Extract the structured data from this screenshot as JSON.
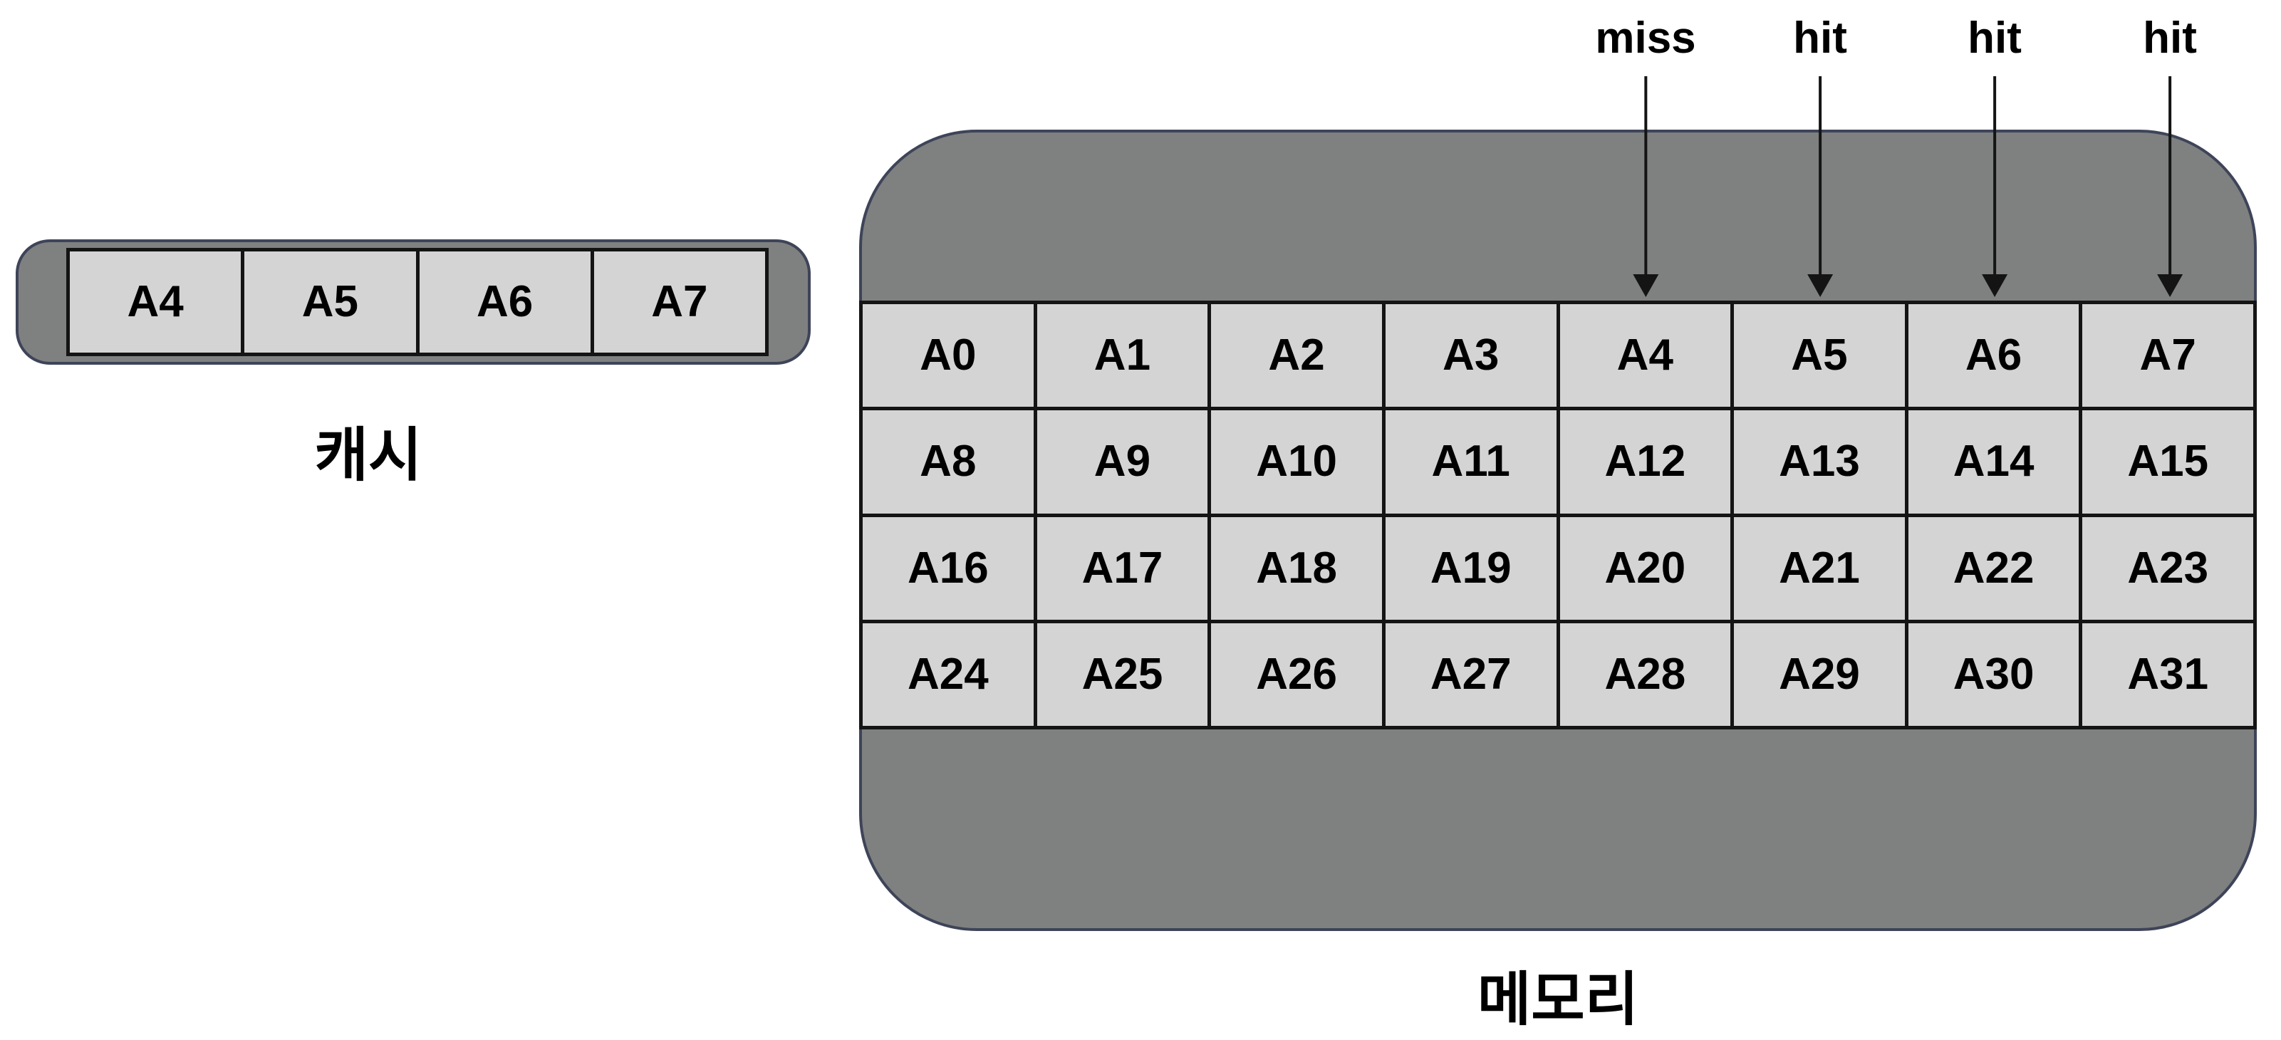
{
  "diagram": {
    "cache": {
      "label": "캐시",
      "cells": [
        "A4",
        "A5",
        "A6",
        "A7"
      ]
    },
    "memory": {
      "label": "메모리",
      "rows": [
        [
          "A0",
          "A1",
          "A2",
          "A3",
          "A4",
          "A5",
          "A6",
          "A7"
        ],
        [
          "A8",
          "A9",
          "A10",
          "A11",
          "A12",
          "A13",
          "A14",
          "A15"
        ],
        [
          "A16",
          "A17",
          "A18",
          "A19",
          "A20",
          "A21",
          "A22",
          "A23"
        ],
        [
          "A24",
          "A25",
          "A26",
          "A27",
          "A28",
          "A29",
          "A30",
          "A31"
        ]
      ],
      "annotations": [
        {
          "label": "miss",
          "points_to": "A4"
        },
        {
          "label": "hit",
          "points_to": "A5"
        },
        {
          "label": "hit",
          "points_to": "A6"
        },
        {
          "label": "hit",
          "points_to": "A7"
        }
      ]
    },
    "colors": {
      "background": "#ffffff",
      "container_fill": "#7f8080",
      "container_border": "#3e4458",
      "cell_fill": "#d4d4d4",
      "cell_border": "#141414",
      "text": "#000000"
    }
  }
}
